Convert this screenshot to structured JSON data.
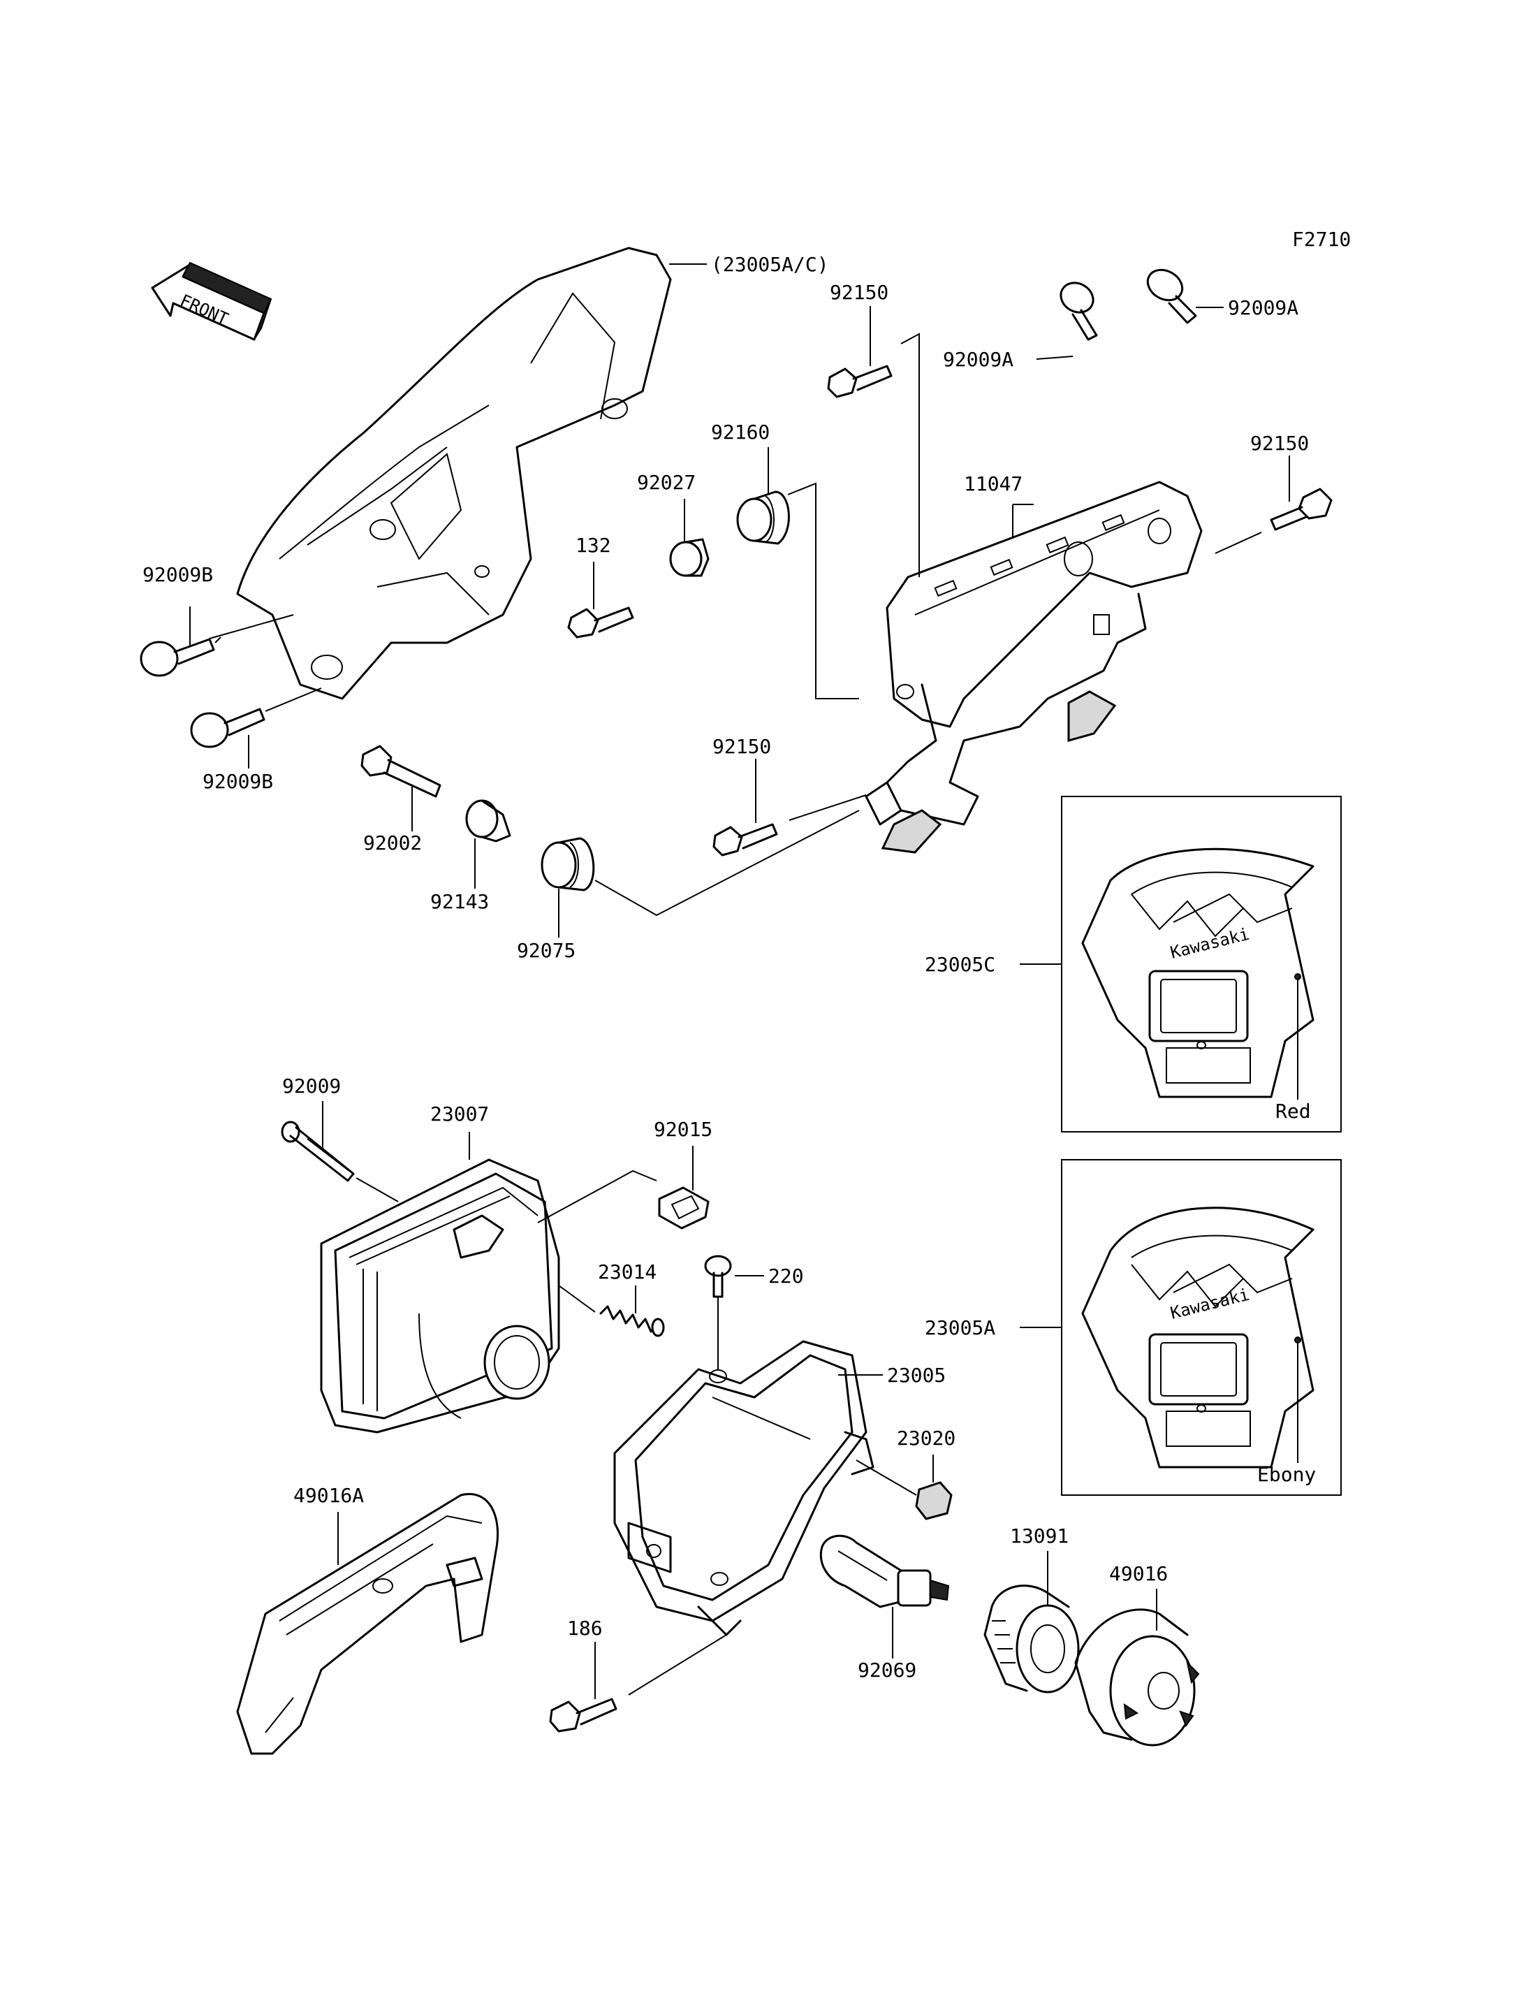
{
  "figure_code": "F2710",
  "front_arrow_label": "FRONT",
  "parts": {
    "cowl_set": "(23005A/C)",
    "bolt_92150_a": "92150",
    "bolt_92150_b": "92150",
    "bolt_92150_c": "92150",
    "screw_92009a_a": "92009A",
    "screw_92009a_b": "92009A",
    "grommet_92160": "92160",
    "collar_92027": "92027",
    "bracket_11047": "11047",
    "bolt_132": "132",
    "screw_92009b_a": "92009B",
    "screw_92009b_b": "92009B",
    "bolt_92002": "92002",
    "collar_92143": "92143",
    "grommet_92075": "92075",
    "cowl_23005c": "23005C",
    "cowl_23005a": "23005A",
    "screw_92009": "92009",
    "lamp_23007": "23007",
    "nut_92015": "92015",
    "spring_23014": "23014",
    "screw_220": "220",
    "housing_23005": "23005",
    "nut_23020": "23020",
    "cover_49016a": "49016A",
    "socket_13091": "13091",
    "cover_49016": "49016",
    "bolt_186": "186",
    "bulb_92069": "92069"
  },
  "variants": {
    "red": {
      "color_name": "Red"
    },
    "ebony": {
      "color_name": "Ebony"
    }
  },
  "cowl_brand": "Kawasaki"
}
